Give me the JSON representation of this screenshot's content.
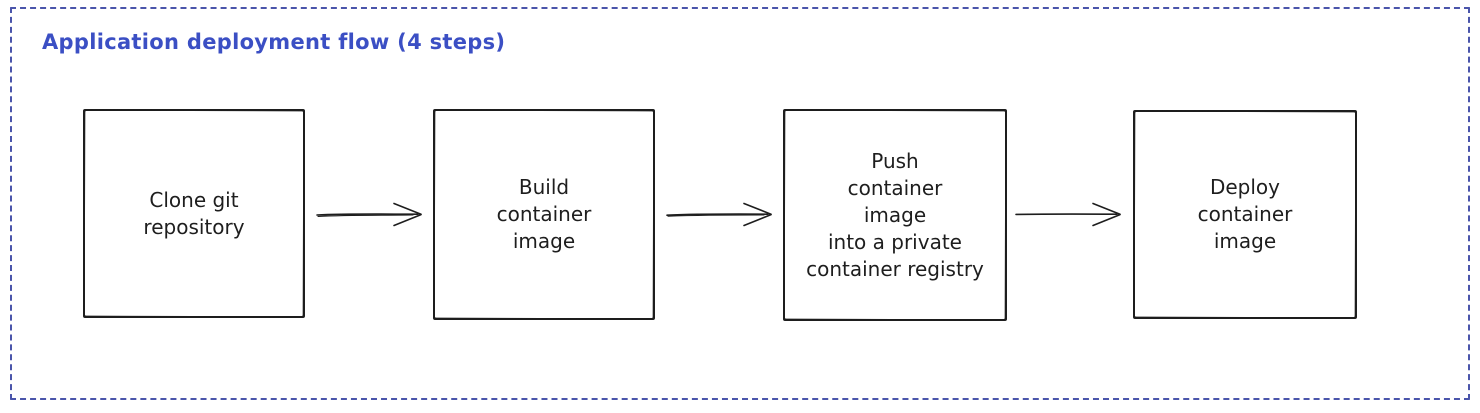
{
  "canvas": {
    "background_color": "#ffffff",
    "frame_border_color": "#4a55ab",
    "frame_border_style": "dashed"
  },
  "title": {
    "text": "Application deployment flow (4 steps)",
    "color": "#3b4fc4"
  },
  "steps": [
    {
      "id": 1,
      "label": "Clone git\nrepository"
    },
    {
      "id": 2,
      "label": "Build\ncontainer\nimage"
    },
    {
      "id": 3,
      "label": "Push\ncontainer\nimage\ninto a private\ncontainer registry"
    },
    {
      "id": 4,
      "label": "Deploy\ncontainer\nimage"
    }
  ],
  "connectors": [
    {
      "from": 1,
      "to": 2,
      "icon": "arrow-right-icon"
    },
    {
      "from": 2,
      "to": 3,
      "icon": "arrow-right-icon"
    },
    {
      "from": 3,
      "to": 4,
      "icon": "arrow-right-icon"
    }
  ],
  "stroke_color": "#1e1e1e"
}
